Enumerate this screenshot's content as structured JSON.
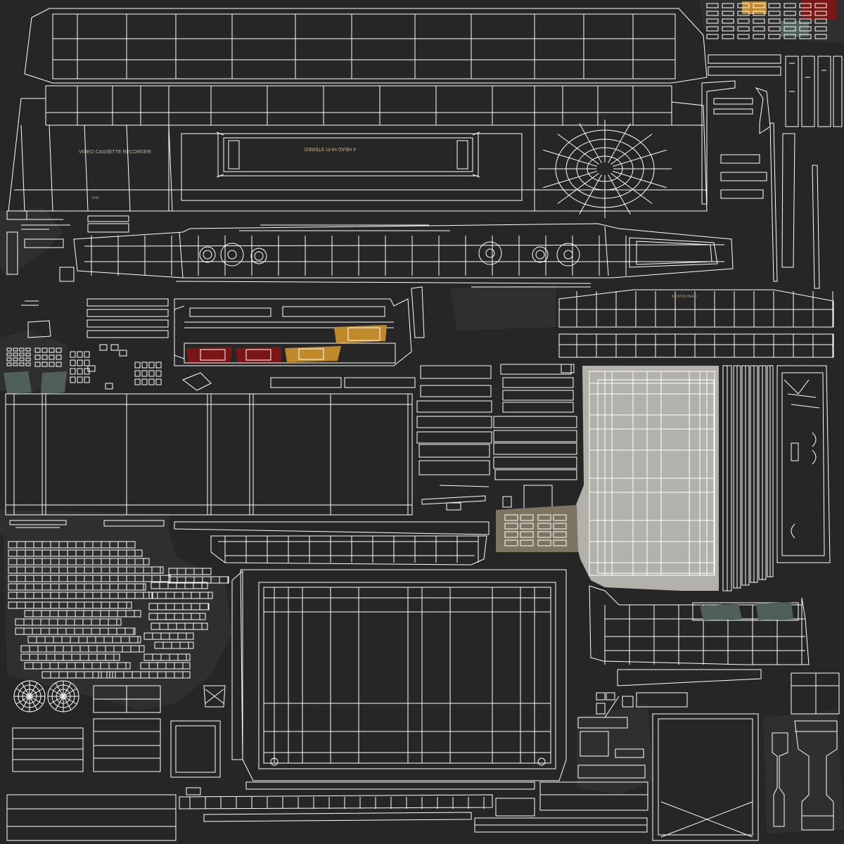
{
  "texture": {
    "background_color": "#262626",
    "wire_color": "#ffffff",
    "island_shadow_color": "#333333",
    "panel_light_color": "#b3b1ab",
    "accent_colors": [
      "#c08a2a",
      "#7a1616",
      "#4f5f5a",
      "#7d7462"
    ]
  },
  "labels": {
    "front_panel_brand": "VIDEO CASSETTE RECORDER",
    "front_panel_heads": "4 HEAD HI-FI STEREO",
    "deck_label": "MICRON HEAD",
    "front_panel_logo": "VHS"
  }
}
